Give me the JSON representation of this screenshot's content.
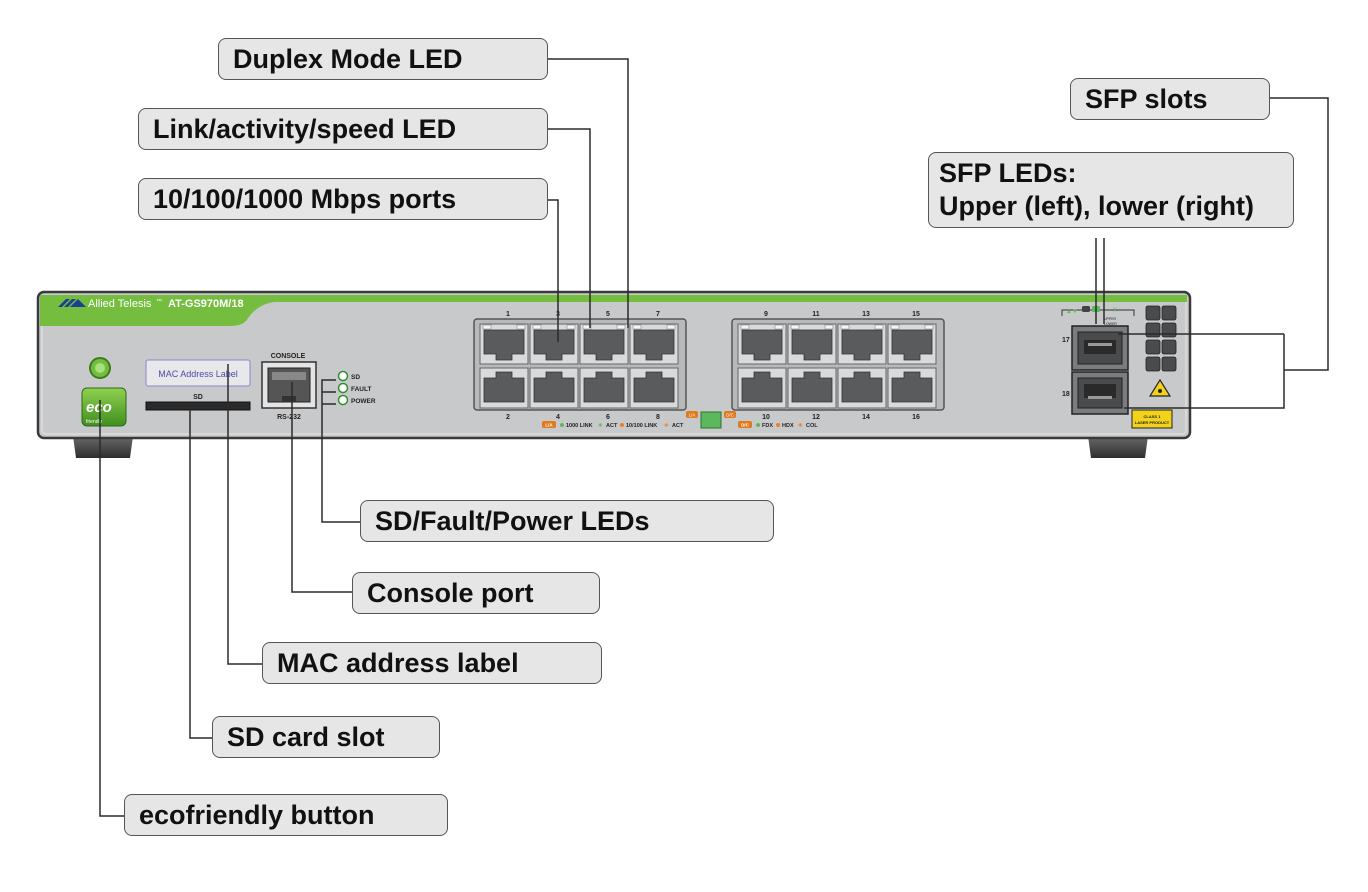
{
  "callouts": {
    "duplex_led": "Duplex Mode LED",
    "link_led": "Link/activity/speed LED",
    "ports_label": "10/100/1000 Mbps ports",
    "sfp_slots": "SFP slots",
    "sfp_leds_line1": "SFP LEDs:",
    "sfp_leds_line2": "Upper (left), lower (right)",
    "sd_fault_power": "SD/Fault/Power LEDs",
    "console_port": "Console port",
    "mac_label": "MAC address label",
    "sd_slot": "SD card slot",
    "eco_button": "ecofriendly button"
  },
  "device": {
    "brand": "Allied Telesis",
    "trademark": "™",
    "model": "AT-GS970M/18",
    "mac_label_text": "MAC Address Label",
    "sd_text": "SD",
    "console_text": "CONSOLE",
    "rs232_text": "RS-232",
    "led_sd": "SD",
    "led_fault": "FAULT",
    "led_power": "POWER",
    "eco_text": "eco",
    "eco_sub": "friendly",
    "port_numbers_top": [
      "1",
      "3",
      "5",
      "7",
      "9",
      "11",
      "13",
      "15"
    ],
    "port_numbers_bottom": [
      "2",
      "4",
      "6",
      "8",
      "10",
      "12",
      "14",
      "16"
    ],
    "sfp_top": "17",
    "sfp_bottom": "18",
    "sfp_led_marks": "▲▼",
    "sfp_upper_text": "UPPER",
    "sfp_lower_text": "LOWER",
    "la_badge": "L/A",
    "dc_badge": "D/C",
    "legend_1000": "1000 LINK",
    "legend_act1": "ACT",
    "legend_10100": "10/100 LINK",
    "legend_act2": "ACT",
    "legend_fdx": "FDX",
    "legend_hdx": "HDX",
    "legend_col": "COL",
    "laser_line1": "CLASS 1",
    "laser_line2": "LASER PRODUCT"
  },
  "colors": {
    "panel": "#c8c9cb",
    "panel_border": "#3a3a3a",
    "green_stripe": "#74bd3f",
    "port_frame": "#b8b9bb",
    "port_cavity": "#5a5b5d",
    "label_box": "#e6e6e6",
    "laser_yellow": "#f2d21a",
    "led_green": "#5cb85c",
    "led_orange": "#f07c20"
  }
}
